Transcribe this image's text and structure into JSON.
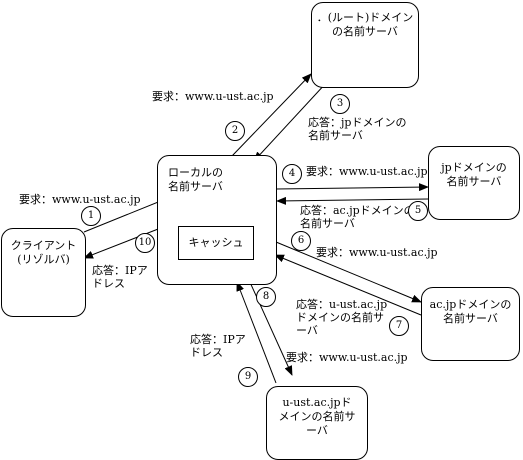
{
  "nodes": {
    "root": "．(ルート)ドメイン\nの名前サーバ",
    "local": "ローカルの\n名前サーバ",
    "cache": "キャッシュ",
    "jp": "jpドメインの\n名前サーバ",
    "client": "クライアント\n(リゾルバ)",
    "acjp": "ac.jpドメインの\n名前サーバ",
    "uust": "u-ust.ac.jpド\nメインの名前サ\nーバ"
  },
  "labels": {
    "req1": "要求：www.u-ust.ac.jp",
    "req2": "要求：www.u-ust.ac.jp",
    "res3": "応答：jpドメインの\n名前サーバ",
    "req4": "要求：www.u-ust.ac.jp",
    "res5": "応答：ac.jpドメインの\n名前サーバ",
    "req6": "要求：www.u-ust.ac.jp",
    "res7": "応答：u-ust.ac.jp\nドメインの名前サ\nーバ",
    "req8": "要求：www.u-ust.ac.jp",
    "res9": "応答：IPア\nドレス",
    "res10": "応答：IPア\nドレス"
  },
  "steps": [
    "1",
    "2",
    "3",
    "4",
    "5",
    "6",
    "7",
    "8",
    "9",
    "10"
  ]
}
